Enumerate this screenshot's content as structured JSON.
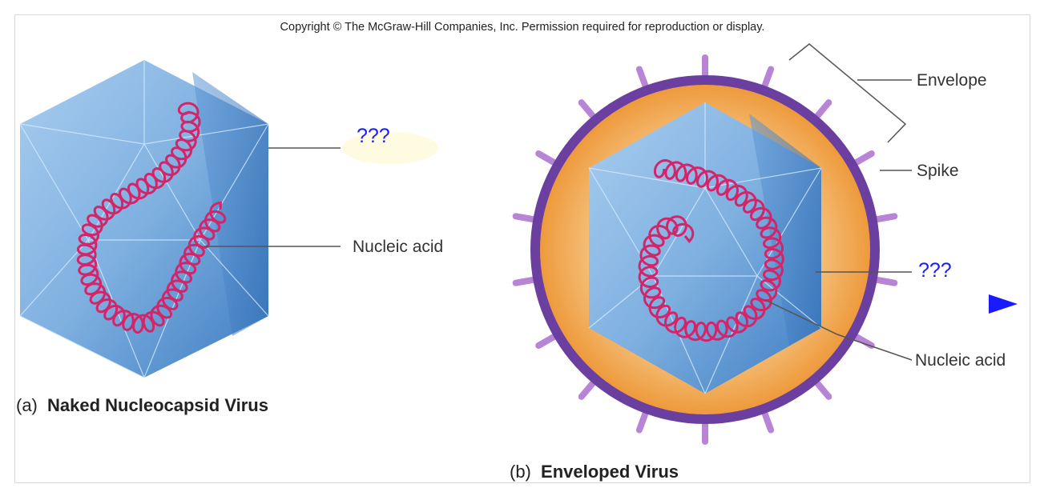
{
  "copyright": "Copyright © The McGraw-Hill Companies, Inc. Permission required for reproduction or display.",
  "naked_virus": {
    "caption_prefix": "(a)",
    "caption_title": "Naked Nucleocapsid Virus",
    "capsid_label": "???",
    "nucleic_label": "Nucleic acid"
  },
  "enveloped_virus": {
    "caption_prefix": "(b)",
    "caption_title": "Enveloped Virus",
    "envelope_label": "Envelope",
    "spike_label": "Spike",
    "capsid_label": "???",
    "nucleic_label": "Nucleic acid"
  },
  "navigation": {
    "next_icon": "play-triangle-icon"
  },
  "colors": {
    "capsid": "#7eaee0",
    "nucleic_acid": "#d4246a",
    "envelope": "#6b3fa0",
    "matrix": "#f2a24a",
    "spike": "#b884d6",
    "hidden_label": "#1a1aff"
  }
}
